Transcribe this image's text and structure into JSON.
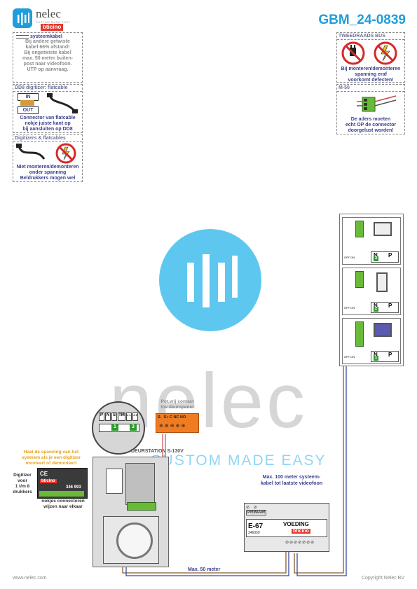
{
  "header": {
    "logo_name": "nelec",
    "logo_tagline": "CUSTOM MADE EASY",
    "logo_brand": "bticino",
    "doc_code": "GBM_24-0839"
  },
  "notes_left": {
    "systeemkabel": {
      "title": "systeemkabel",
      "lines": [
        "Bij andere getwiste",
        "kabel 66% afstand!",
        "Bij ongetwiste kabel",
        "max. 50 meter buiten-",
        "post naar videofoon.",
        "UTP op aanvraag."
      ]
    },
    "dd8": {
      "title": "DD8 digitizer: flatcable",
      "in_label": "IN",
      "out_label": "OUT",
      "lines": [
        "Connector van flatcable",
        "nokje juiste kant op",
        "bij aansluiten op DD8"
      ]
    },
    "digitizers": {
      "title": "Digitizers & flatcables",
      "lines": [
        "Niet monteren/demonteren",
        "onder spanning",
        "Beldrukkers mogen wel"
      ]
    }
  },
  "notes_right": {
    "tweedraads": {
      "title": "TWEEDRAADS BUS",
      "lines": [
        "Bij monteren/demonteren",
        "spanning eraf",
        "voorkomt defecten!"
      ]
    },
    "m50": {
      "title": "M-50",
      "lines": [
        "De aders moeten",
        "echt OP de connector",
        "doorgelust worden!"
      ]
    }
  },
  "watermark": {
    "word": "nelec",
    "tagline": "CUSTOM MADE EASY"
  },
  "terminal_zoom": {
    "labels": [
      "P",
      "N",
      "S",
      "TM",
      "J 1",
      "J 2"
    ],
    "num1": "1",
    "num2": "3"
  },
  "relay": {
    "title_line1": "Pot.vrij contact",
    "title_line2": "tbv deuropener",
    "terminals": "S-  S+ C NC NO"
  },
  "door_station": {
    "label": "DEURSTATION S-130V",
    "warning": [
      "Haal de spanning van het",
      "systeem als je een digitizer",
      "monteert of demonteert"
    ],
    "digitizer": [
      "Digitizer",
      "voor",
      "1 t/m 8",
      "drukkers"
    ],
    "digitizer_code": "346 993",
    "connector_note": [
      "nokjes connectoren",
      "wijzen naar elkaar"
    ]
  },
  "power_supply": {
    "primair": "PRIMAIR",
    "model": "E-67",
    "voeding": "VOEDING",
    "code": "346050",
    "brand": "bticino"
  },
  "cable_notes": {
    "systeem": [
      "Max. 100 meter systeem-",
      "kabel tot laatste videofoon"
    ],
    "max50": "Max. 50 meter"
  },
  "monitors": [
    {
      "n": "N",
      "p": "P",
      "num": "3",
      "off_on": "OFF ON"
    },
    {
      "n": "N",
      "p": "P",
      "num": "2",
      "off_on": "OFF ON"
    },
    {
      "n": "N",
      "p": "P",
      "num": "1",
      "off_on": "OFF ON"
    }
  ],
  "footer": {
    "left": "www.nelec.com",
    "right": "Copyright Nelec BV"
  },
  "colors": {
    "accent_blue": "#1f9ed9",
    "label_blue": "#3a3f8e",
    "warning_orange": "#e8a21a",
    "relay_orange": "#f07c22",
    "green_terminal": "#2e9a2e",
    "watermark_blue": "#5ec7ef"
  }
}
